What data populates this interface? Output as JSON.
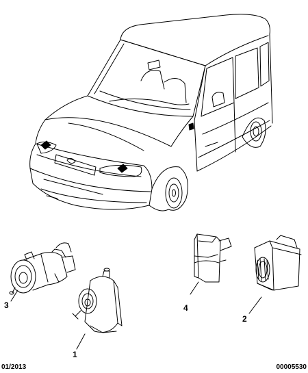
{
  "callouts": {
    "part1": "1",
    "part2": "2",
    "part3": "3",
    "part4": "4"
  },
  "footer": {
    "date": "01/2013",
    "reference": "00005530"
  }
}
